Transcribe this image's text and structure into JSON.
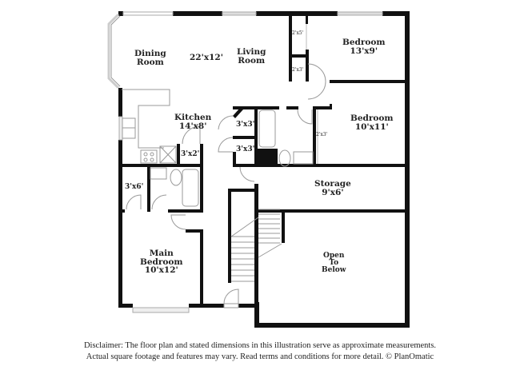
{
  "floorplan": {
    "rooms": [
      {
        "id": "dining",
        "name": "Dining\nRoom",
        "name_lines": [
          "Dining",
          "Room"
        ],
        "dimensions": ""
      },
      {
        "id": "dining-living-dim",
        "name": "",
        "dimensions": "22'x12'"
      },
      {
        "id": "living",
        "name_lines": [
          "Living",
          "Room"
        ],
        "dimensions": ""
      },
      {
        "id": "bedroom1",
        "name_lines": [
          "Bedroom"
        ],
        "dimensions": "13'x9'"
      },
      {
        "id": "bedroom2",
        "name_lines": [
          "Bedroom"
        ],
        "dimensions": "10'x11'"
      },
      {
        "id": "kitchen",
        "name_lines": [
          "Kitchen"
        ],
        "dimensions": "14'x8'"
      },
      {
        "id": "storage",
        "name_lines": [
          "Storage"
        ],
        "dimensions": "9'x6'"
      },
      {
        "id": "open-below",
        "name_lines": [
          "Open",
          "To",
          "Below"
        ],
        "dimensions": ""
      },
      {
        "id": "main-bedroom",
        "name_lines": [
          "Main",
          "Bedroom"
        ],
        "dimensions": "10'x12'"
      }
    ],
    "closets": [
      {
        "id": "closet-2x5",
        "dimensions": "2'x5'"
      },
      {
        "id": "closet-2x3-a",
        "dimensions": "2'x3'"
      },
      {
        "id": "closet-2x3-b",
        "dimensions": "2'x3'"
      },
      {
        "id": "closet-3x3-a",
        "dimensions": "3'x3'"
      },
      {
        "id": "closet-3x3-b",
        "dimensions": "3'x3'"
      },
      {
        "id": "closet-3x2",
        "dimensions": "3'x2'"
      },
      {
        "id": "closet-3x6",
        "dimensions": "3'x6'"
      }
    ],
    "wall_color": "#111111",
    "fixture_color": "#9a9a9a"
  },
  "disclaimer": {
    "line1": "Disclaimer: The floor plan and stated dimensions in this illustration serve as approximate measurements.",
    "line2": "Actual square footage and features may vary. Read terms and conditions for more detail. © PlanOmatic"
  }
}
